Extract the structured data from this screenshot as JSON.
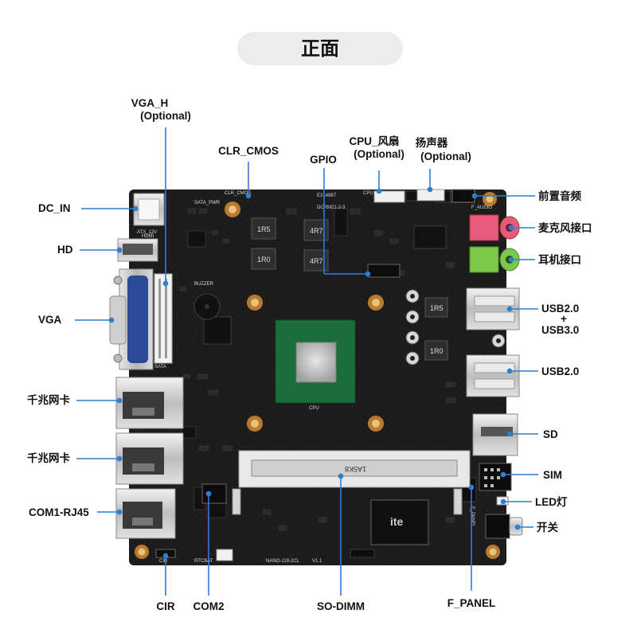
{
  "title": "正面",
  "board_texts": {
    "atx": "ATX_12V",
    "hdmi": "HDMI",
    "sata": "SATA",
    "buzzer": "BUZZER",
    "clr": "CLR_CMOS",
    "sata_pwr": "SATA_PWR",
    "cpu": "CPU",
    "so_dimm": "1A5K8",
    "model": "NANO-J19-2CL",
    "ver": "V1.1",
    "rtc": "RTCBAT",
    "cir": "CIR",
    "ite": "ite",
    "i_audio": "F_AUDIO",
    "ind1": "1R5",
    "ind2": "1R0",
    "ind3": "4R7",
    "ind4": "4R7",
    "ind5": "1R5",
    "ind6": "1R0",
    "ce": "E214887",
    "batch": "DCRM21-2-3",
    "fan": "CPU FAN",
    "f_panel": "F_PANEL"
  },
  "labels": {
    "vga_h": "VGA_H",
    "vga_h_opt": "(Optional)",
    "clr_cmos": "CLR_CMOS",
    "gpio": "GPIO",
    "cpu_fan": "CPU_风扇",
    "cpu_fan_opt": "(Optional)",
    "speaker": "扬声器",
    "speaker_opt": "(Optional)",
    "dc_in": "DC_IN",
    "hd": "HD",
    "vga": "VGA",
    "lan1": "千兆网卡",
    "lan2": "千兆网卡",
    "com1": "COM1-RJ45",
    "cir": "CIR",
    "com2": "COM2",
    "so_dimm": "SO-DIMM",
    "f_panel": "F_PANEL",
    "front_audio": "前置音频",
    "mic": "麦克风接口",
    "headphone": "耳机接口",
    "usb_a1": "USB2.0",
    "usb_a2": "+",
    "usb_a3": "USB3.0",
    "usb_b": "USB2.0",
    "sd": "SD",
    "sim": "SIM",
    "led": "LED灯",
    "switch": "开关"
  },
  "colors": {
    "pcb": "#1c1c1c",
    "leader": "#2f7fd0",
    "pill": "#ececec",
    "mic_jack": "#e65a7a",
    "headphone_jack": "#7bc84a",
    "vga_blue": "#2c4a9a",
    "copper": "#c8913a",
    "dimm_slot": "#e8e8e8"
  }
}
